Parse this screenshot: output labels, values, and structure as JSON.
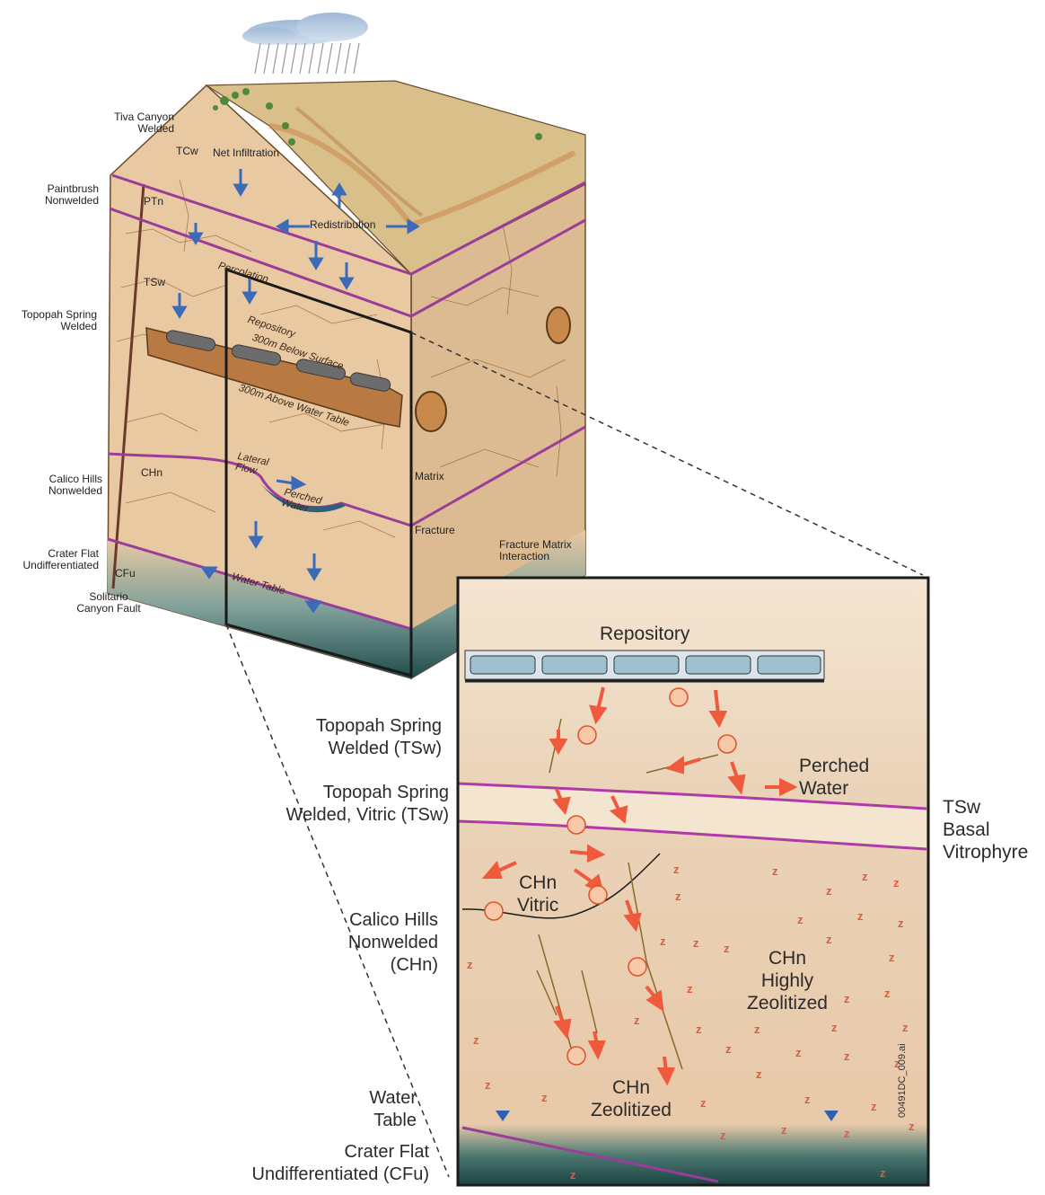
{
  "block_labels": {
    "tiva_canyon": "Tiva Canyon\nWelded",
    "paintbrush": "Paintbrush\nNonwelded",
    "topopah": "Topopah Spring\nWelded",
    "calico": "Calico Hills\nNonwelded",
    "crater": "Crater Flat\nUndifferentiated",
    "solitario": "Solitario\nCanyon Fault"
  },
  "block_inner": {
    "tcw": "TCw",
    "ptn": "PTn",
    "tsw": "TSw",
    "chn": "CHn",
    "cfu": "CFu",
    "net_infiltration": "Net Infiltration",
    "redistribution": "Redistribution",
    "percolation": "Percolation",
    "repository": "Repository",
    "below_surface": "300m Below Surface",
    "above_water": "300m Above Water Table",
    "lateral_flow": "Lateral\nFlow",
    "perched_water": "Perched\nWater",
    "water_table": "Water Table",
    "matrix": "Matrix",
    "fracture": "Fracture",
    "fracture_matrix": "Fracture Matrix\nInteraction"
  },
  "detail": {
    "repository": "Repository",
    "perched_water": "Perched\nWater",
    "chn_vitric": "CHn\nVitric",
    "chn_highly": "CHn\nHighly\nZeolitized",
    "chn_zeolitized": "CHn\nZeolitized",
    "tsw_basal": "TSw\nBasal\nVitrophyre",
    "file_id": "00491DC_009.ai"
  },
  "detail_left_labels": {
    "tsw": "Topopah Spring\nWelded (TSw)",
    "tsw_vitric": "Topopah Spring\nWelded, Vitric (TSw)",
    "chn": "Calico Hills\nNonwelded\n(CHn)",
    "water_table": "Water\nTable",
    "cfu": "Crater Flat\nUndifferentiated (CFu)"
  },
  "colors": {
    "rock": "#e8c9a2",
    "rock_dark": "#d9b58a",
    "layer_line": "#9a3d9a",
    "fracture": "#7a4e22",
    "flow_arrow": "#3b6bb8",
    "detail_arrow": "#f05a3c",
    "groundwater": "#1f4c4c",
    "surface": "#d9c08a"
  }
}
